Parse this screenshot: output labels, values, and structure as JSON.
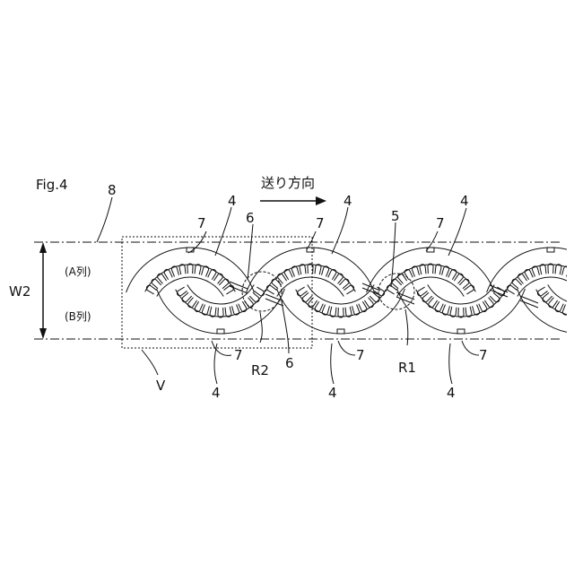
{
  "figure": {
    "title": "Fig.4",
    "feed_direction": "送り方向",
    "row_a": "(A列)",
    "row_b": "(B列)",
    "width_label": "W2",
    "line_color": "#111111"
  },
  "labels": {
    "strip": "8",
    "core": "4",
    "notch": "7",
    "bridge_r2": "6",
    "bridge_r1": "5",
    "region_r1": "R1",
    "region_r2": "R2",
    "region_v": "V"
  }
}
